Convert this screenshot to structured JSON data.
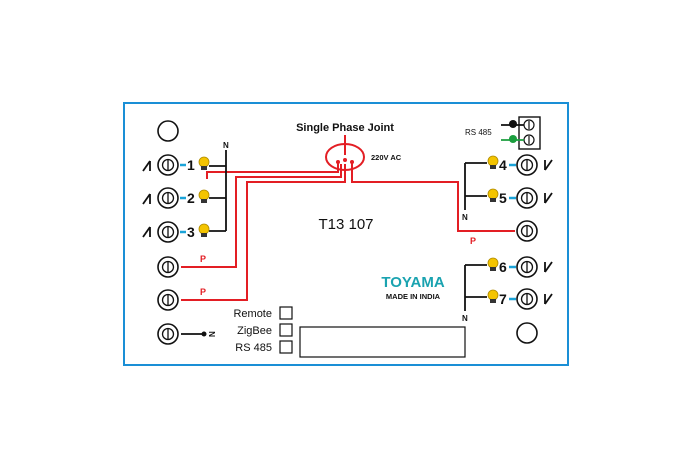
{
  "title": "Single Phase Joint",
  "voltage": "220V AC",
  "model": "T13 107",
  "brand": {
    "name": "TOYAMA",
    "tagline": "MADE IN INDIA",
    "color": "#1aa3b0"
  },
  "rs485_header": "RS 485",
  "neutral_label": "N",
  "phase_label": "P",
  "switch_numbers": [
    "1",
    "2",
    "3",
    "4",
    "5",
    "6",
    "7"
  ],
  "options": [
    "Remote",
    "ZigBee",
    "RS 485"
  ],
  "colors": {
    "border": "#1a8fd6",
    "phase_wire": "#e31e24",
    "neutral_wire": "#111111",
    "link_wire": "#1aa3d8",
    "bulb": "#f4c400",
    "rs485_green": "#1b9e3e"
  },
  "icons": [
    "screw-terminal-icon",
    "bulb-icon",
    "switch-icon"
  ]
}
